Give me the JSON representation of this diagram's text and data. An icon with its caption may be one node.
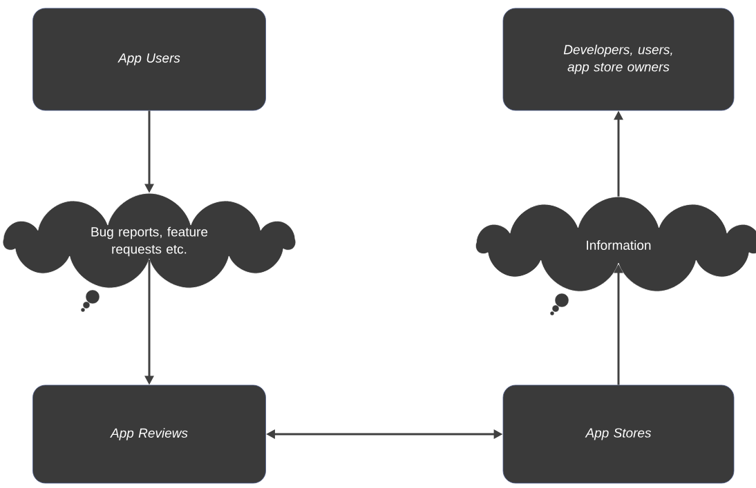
{
  "diagram": {
    "nodes": [
      {
        "text": [
          "App Users"
        ]
      },
      {
        "text": [
          "Developers, users, app store owners"
        ]
      },
      {
        "text": [
          "Bug reports, feature requests etc."
        ]
      },
      {
        "text": [
          "Information"
        ]
      },
      {
        "text": [
          "App Reviews"
        ]
      },
      {
        "text": [
          "App Stores"
        ]
      }
    ],
    "edges": [
      {
        "from": 0,
        "to": 2,
        "arrow": "to"
      },
      {
        "from": 2,
        "to": 4,
        "arrow": "to"
      },
      {
        "from": 4,
        "to": 5,
        "arrow": "both"
      },
      {
        "from": 5,
        "to": 3,
        "arrow": "to"
      },
      {
        "from": 3,
        "to": 1,
        "arrow": "to"
      }
    ]
  }
}
